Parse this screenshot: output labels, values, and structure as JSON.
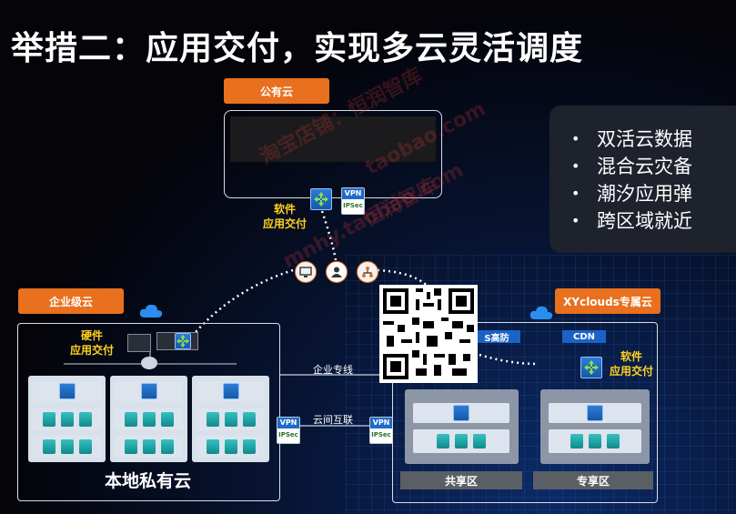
{
  "title": "举措二：应用交付，实现多云灵活调度",
  "public_cloud": {
    "tag": "公有云",
    "software_label_1": "软件",
    "software_label_2": "应用交付"
  },
  "enterprise": {
    "tag": "企业级云",
    "hardware_label_1": "硬件",
    "hardware_label_2": "应用交付",
    "footer": "本地私有云"
  },
  "xyclouds": {
    "tag": "XYclouds专属云",
    "software_label_1": "软件",
    "software_label_2": "应用交付",
    "ddos": "S高防",
    "cdn": "CDN",
    "shared_zone": "共享区",
    "dedicated_zone": "专享区"
  },
  "links": {
    "private_line": "企业专线",
    "cloud_interconnect": "云间互联"
  },
  "vpn": {
    "top": "VPN",
    "bottom": "IPSec"
  },
  "bullets": [
    "双活云数据",
    "混合云灾备",
    "潮汐应用弹",
    "跨区域就近"
  ],
  "watermarks": [
    "淘宝店铺：恒润智库",
    "taobao.com",
    "mnhy.taobao.com",
    "恒润智库"
  ],
  "colors": {
    "accent": "#e8701e",
    "highlight": "#ffd21e",
    "server": "#1fa3a3",
    "network_blue": "#1a63c6"
  },
  "icons": [
    "app-delivery-icon",
    "vpn-ipsec-icon",
    "cloud-icon",
    "router-icon",
    "monitor-icon",
    "user-icon",
    "network-icon",
    "server-icon",
    "qr-code"
  ]
}
